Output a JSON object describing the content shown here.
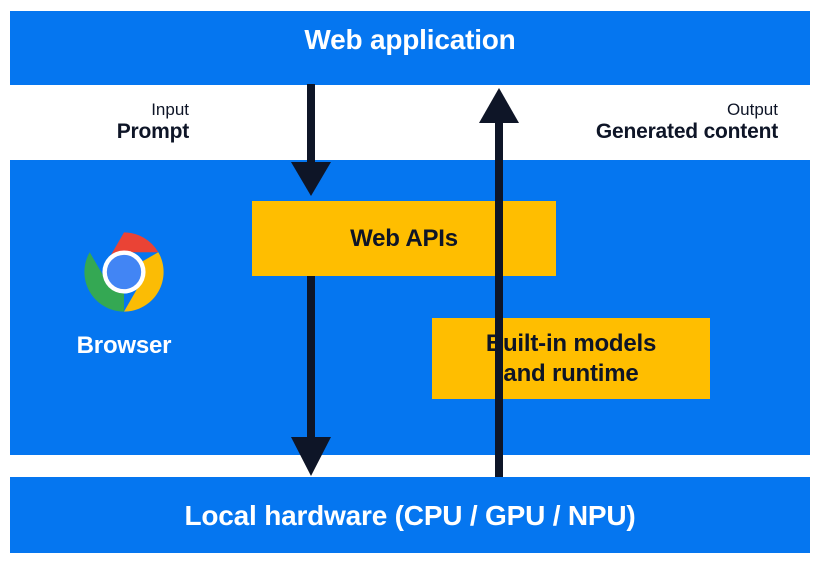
{
  "diagram": {
    "title": "Web application",
    "bands": {
      "top_label": "Web application",
      "middle_label": "Browser",
      "bottom_label": "Local hardware (CPU / GPU / NPU)"
    },
    "edge_labels": {
      "input": {
        "caption": "Input",
        "value": "Prompt"
      },
      "output": {
        "caption": "Output",
        "value": "Generated content"
      }
    },
    "boxes": {
      "web_apis": "Web APIs",
      "builtin_models_line1": "Built-in models",
      "builtin_models_line2": "and runtime"
    },
    "icons": {
      "browser": "chrome-logo-icon",
      "arrow_down_to_web_apis": "arrow-down-icon",
      "arrow_down_to_hardware": "arrow-down-icon",
      "arrow_up_to_web_application": "arrow-up-icon"
    },
    "colors": {
      "band_blue": "#0576F0",
      "box_yellow": "#FFBE00",
      "arrow_navy": "#0E1527",
      "text_on_blue": "#FFFFFF",
      "text_dark": "#0E1527",
      "chrome_red": "#EA4335",
      "chrome_yellow": "#FBBC05",
      "chrome_green": "#34A853",
      "chrome_blue": "#4285F4",
      "page_background": "#FFFFFF"
    }
  }
}
